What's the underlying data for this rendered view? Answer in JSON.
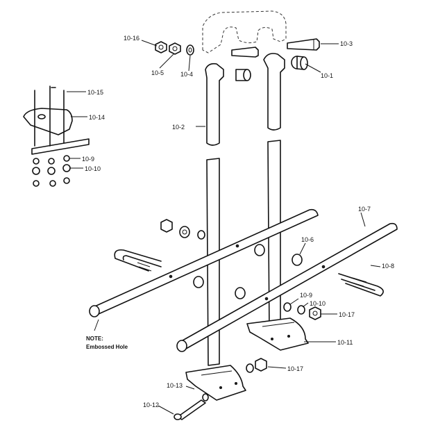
{
  "labels": {
    "l10_1": "10-1",
    "l10_2": "10-2",
    "l10_3": "10-3",
    "l10_4": "10-4",
    "l10_5": "10-5",
    "l10_6": "10-6",
    "l10_7": "10-7",
    "l10_8": "10-8",
    "l10_9a": "10-9",
    "l10_9b": "10-9",
    "l10_10a": "10-10",
    "l10_10b": "10-10",
    "l10_11": "10-11",
    "l10_12": "10-12",
    "l10_13": "10-13",
    "l10_14": "10-14",
    "l10_15": "10-15",
    "l10_16": "10-16",
    "l10_17a": "10-17",
    "l10_17b": "10-17"
  },
  "note": {
    "line1": "NOTE:",
    "line2": "Embossed Hole"
  }
}
